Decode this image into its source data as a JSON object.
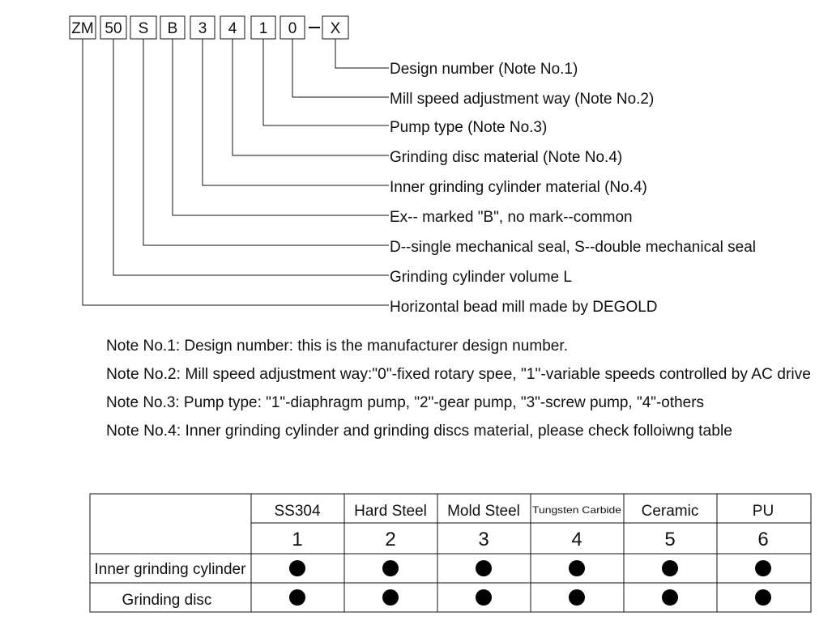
{
  "model_code": {
    "boxes": [
      "ZM",
      "50",
      "S",
      "B",
      "3",
      "4",
      "1",
      "0",
      "X"
    ],
    "separator": "–"
  },
  "callouts": [
    "Design number (Note No.1)",
    "Mill speed adjustment way (Note No.2)",
    "Pump type (Note No.3)",
    "Grinding disc material (Note No.4)",
    "Inner grinding cylinder material (No.4)",
    "Ex-- marked \"B\", no mark--common",
    "D--single mechanical seal, S--double mechanical seal",
    "Grinding cylinder volume  L",
    "Horizontal bead mill made by DEGOLD"
  ],
  "notes": [
    "Note No.1: Design number: this is the manufacturer design number.",
    "Note No.2: Mill speed adjustment way:\"0\"-fixed rotary spee, \"1\"-variable speeds controlled by AC drive",
    "Note No.3: Pump type: \"1\"-diaphragm pump, \"2\"-gear pump, \"3\"-screw pump, \"4\"-others",
    "Note No.4: Inner grinding cylinder and grinding discs material, please check folloiwng table"
  ],
  "material_table": {
    "materials": [
      "SS304",
      "Hard Steel",
      "Mold Steel",
      "Tungsten Carbide",
      "Ceramic",
      "PU"
    ],
    "codes": [
      "1",
      "2",
      "3",
      "4",
      "5",
      "6"
    ],
    "rows": [
      {
        "label": "Inner grinding cylinder",
        "marks": [
          true,
          true,
          true,
          true,
          true,
          true
        ]
      },
      {
        "label": "Grinding disc",
        "marks": [
          true,
          true,
          true,
          true,
          true,
          true
        ]
      }
    ]
  }
}
